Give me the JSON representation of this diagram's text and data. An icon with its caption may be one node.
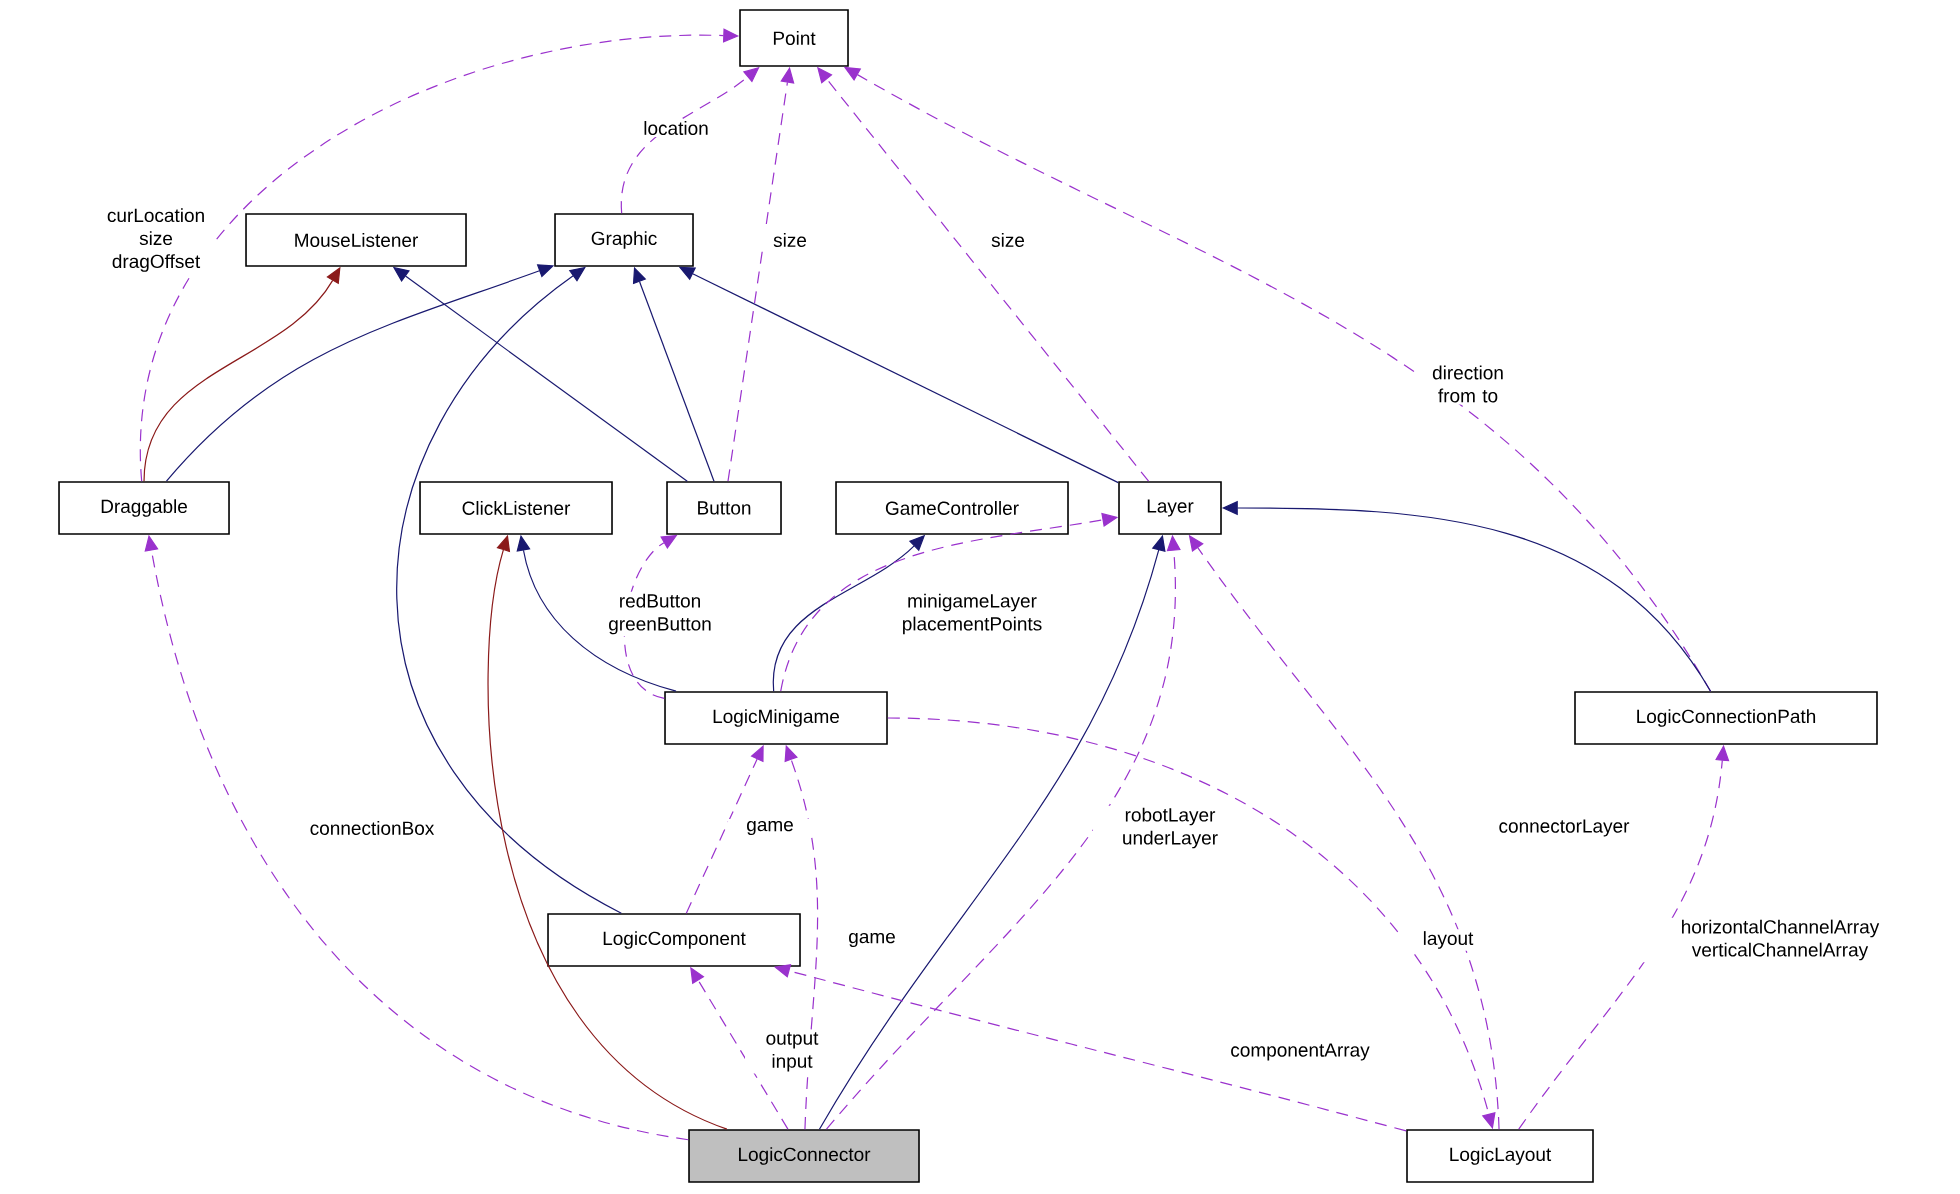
{
  "diagram": {
    "nodes": [
      {
        "text": [
          "Point"
        ]
      },
      {
        "text": [
          "MouseListener"
        ]
      },
      {
        "text": [
          "Graphic"
        ]
      },
      {
        "text": [
          "Draggable"
        ]
      },
      {
        "text": [
          "ClickListener"
        ]
      },
      {
        "text": [
          "Button"
        ]
      },
      {
        "text": [
          "GameController"
        ]
      },
      {
        "text": [
          "Layer"
        ]
      },
      {
        "text": [
          "LogicMinigame"
        ]
      },
      {
        "text": [
          "LogicConnectionPath"
        ]
      },
      {
        "text": [
          "LogicComponent"
        ]
      },
      {
        "text": [
          "LogicConnector"
        ]
      },
      {
        "text": [
          "LogicLayout"
        ]
      }
    ],
    "edges": [
      {
        "from": 3,
        "to": 0,
        "arrow": "to",
        "style": "dashed",
        "label": "curLocation size dragOffset"
      },
      {
        "from": 2,
        "to": 0,
        "arrow": "to",
        "style": "dashed",
        "label": "location"
      },
      {
        "from": 5,
        "to": 0,
        "arrow": "to",
        "style": "dashed",
        "label": "size"
      },
      {
        "from": 7,
        "to": 0,
        "arrow": "to",
        "style": "dashed",
        "label": "size"
      },
      {
        "from": 9,
        "to": 0,
        "arrow": "to",
        "style": "dashed",
        "label": "direction from to"
      },
      {
        "from": 3,
        "to": 1,
        "arrow": "to",
        "color": "#8b1a1a"
      },
      {
        "from": 3,
        "to": 2,
        "arrow": "to",
        "color": "#191970"
      },
      {
        "from": 5,
        "to": 1,
        "arrow": "to",
        "color": "#191970"
      },
      {
        "from": 5,
        "to": 2,
        "arrow": "to",
        "color": "#191970"
      },
      {
        "from": 7,
        "to": 2,
        "arrow": "to",
        "color": "#191970"
      },
      {
        "from": 10,
        "to": 2,
        "arrow": "to",
        "color": "#191970"
      },
      {
        "from": 8,
        "to": 4,
        "arrow": "to",
        "color": "#191970"
      },
      {
        "from": 8,
        "to": 6,
        "arrow": "to",
        "color": "#191970"
      },
      {
        "from": 8,
        "to": 5,
        "arrow": "to",
        "style": "dashed",
        "label": "redButton greenButton"
      },
      {
        "from": 8,
        "to": 7,
        "arrow": "to",
        "style": "dashed",
        "label": "minigameLayer placementPoints"
      },
      {
        "from": 9,
        "to": 7,
        "arrow": "to",
        "color": "#191970"
      },
      {
        "from": 11,
        "to": 3,
        "arrow": "to",
        "style": "dashed",
        "label": "connectionBox"
      },
      {
        "from": 11,
        "to": 4,
        "arrow": "to",
        "color": "#8b1a1a"
      },
      {
        "from": 11,
        "to": 10,
        "arrow": "to",
        "style": "dashed",
        "label": "output input"
      },
      {
        "from": 11,
        "to": 8,
        "arrow": "to",
        "style": "dashed",
        "label": "game"
      },
      {
        "from": 11,
        "to": 7,
        "arrow": "to",
        "color": "#191970"
      },
      {
        "from": 11,
        "to": 7,
        "arrow": "to",
        "style": "dashed",
        "label": "robotLayer underLayer"
      },
      {
        "from": 10,
        "to": 8,
        "arrow": "to",
        "style": "dashed",
        "label": "game"
      },
      {
        "from": 12,
        "to": 10,
        "arrow": "to",
        "style": "dashed",
        "label": "componentArray"
      },
      {
        "from": 8,
        "to": 12,
        "arrow": "to",
        "style": "dashed",
        "label": "layout"
      },
      {
        "from": 12,
        "to": 7,
        "arrow": "to",
        "style": "dashed",
        "label": "connectorLayer"
      },
      {
        "from": 12,
        "to": 9,
        "arrow": "to",
        "style": "dashed",
        "label": "horizontalChannelArray verticalChannelArray"
      }
    ]
  }
}
